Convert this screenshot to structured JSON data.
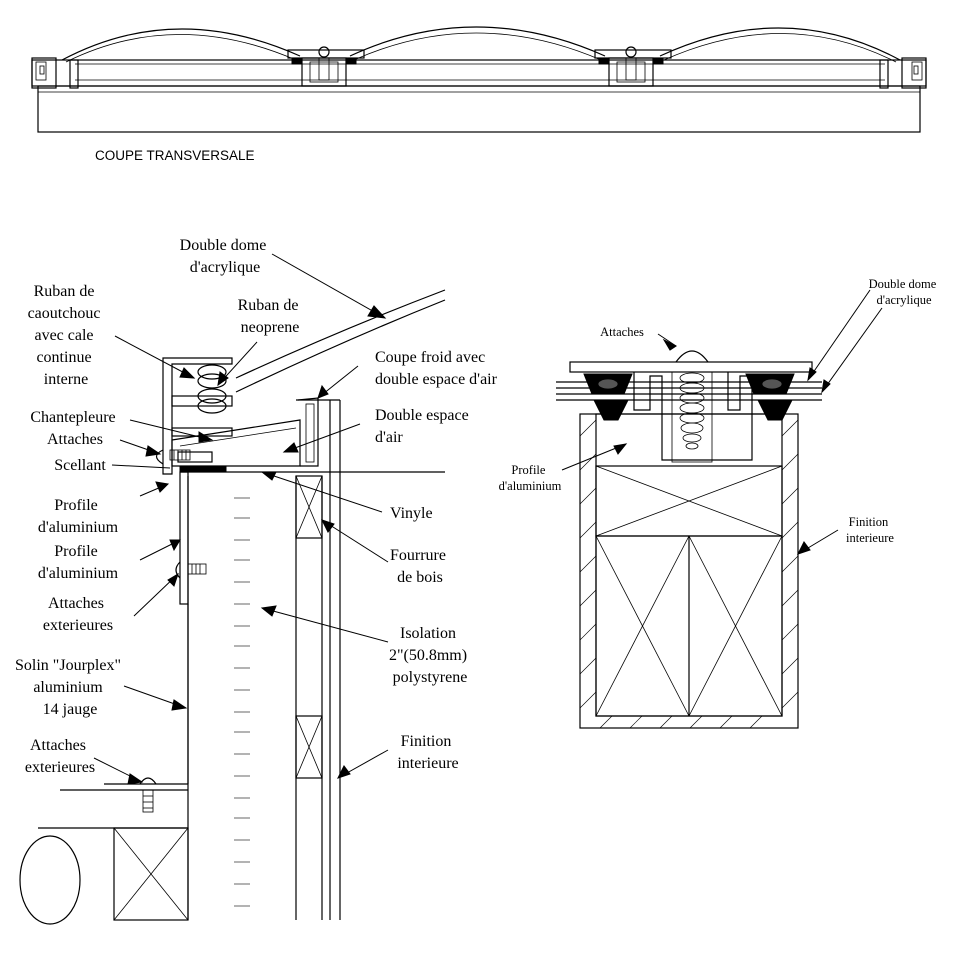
{
  "section_title": "COUPE TRANSVERSALE",
  "left_detail": {
    "labels": {
      "double_dome": [
        "Double dome",
        "d'acrylique"
      ],
      "ruban_caoutchouc": [
        "Ruban de",
        "caoutchouc",
        "avec cale",
        "continue",
        "interne"
      ],
      "ruban_neoprene": [
        "Ruban de",
        "neoprene"
      ],
      "coupe_froid": [
        "Coupe froid avec",
        "double espace d'air"
      ],
      "double_espace": [
        "Double espace",
        "d'air"
      ],
      "chantepleure": [
        "Chantepleure",
        "Attaches"
      ],
      "scellant": [
        "Scellant"
      ],
      "profile_1": [
        "Profile",
        "d'aluminium"
      ],
      "profile_2": [
        "Profile",
        "d'aluminium"
      ],
      "vinyle": [
        "Vinyle"
      ],
      "fourrure": [
        "Fourrure",
        "de bois"
      ],
      "attaches_ext_1": [
        "Attaches",
        "exterieures"
      ],
      "isolation": [
        "Isolation",
        "2\"(50.8mm)",
        "polystyrene"
      ],
      "solin": [
        "Solin \"Jourplex\"",
        "aluminium",
        "14 jauge"
      ],
      "finition": [
        "Finition",
        "interieure"
      ],
      "attaches_ext_2": [
        "Attaches",
        "exterieures"
      ]
    }
  },
  "right_detail": {
    "labels": {
      "attaches": [
        "Attaches"
      ],
      "double_dome": [
        "Double dome",
        "d'acrylique"
      ],
      "profile": [
        "Profile",
        "d'aluminium"
      ],
      "finition": [
        "Finition",
        "interieure"
      ]
    }
  }
}
